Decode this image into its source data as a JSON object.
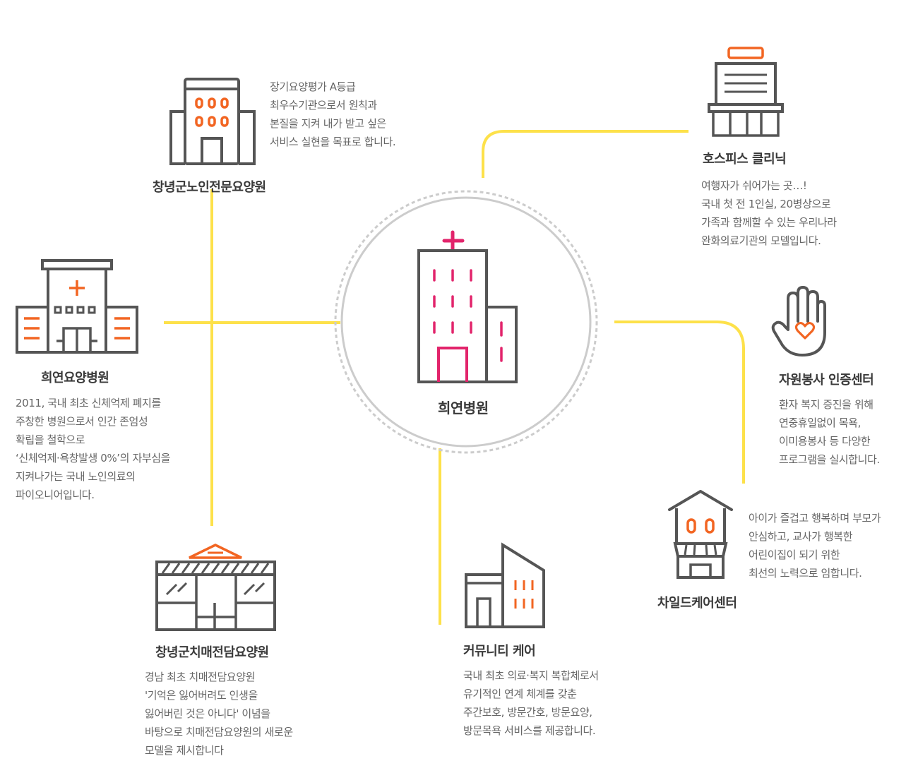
{
  "center": {
    "title": "희연병원"
  },
  "nodes": {
    "changnyeong_nursing": {
      "title": "창녕군노인전문요양원",
      "desc": [
        "장기요양평가 A등급",
        "최우수기관으로서 원칙과",
        "본질을 지켜 내가 받고 싶은",
        "서비스 실현을 목표로 합니다."
      ]
    },
    "heeyeon_care_hospital": {
      "title": "희연요양병원",
      "desc": [
        "2011,  국내 최초 신체억제 폐지를",
        "주창한 병원으로서 인간 존엄성",
        "확립을 철학으로",
        "‘신체억제·욕창발생 0%’의 자부심을",
        "지켜나가는 국내 노인의료의",
        "파이오니어입니다."
      ]
    },
    "dementia_nursing": {
      "title": "창녕군치매전담요양원",
      "desc": [
        "경남 최초 치매전담요양원",
        "'기억은 잃어버려도 인생을",
        "잃어버린 것은 아니다' 이념을",
        "바탕으로 치매전담요양원의 새로운",
        "모델을 제시합니다"
      ]
    },
    "community_care": {
      "title": "커뮤니티 케어",
      "desc": [
        "국내 최초 의료·복지 복합체로서",
        "유기적인 연계 체계를 갖춘",
        "주간보호, 방문간호, 방문요양,",
        "방문목욕 서비스를 제공합니다."
      ]
    },
    "hospice": {
      "title": "호스피스 클리닉",
      "desc": [
        "여행자가 쉬어가는 곳…!",
        "국내 첫 전 1인실, 20병상으로",
        "가족과 함께할 수 있는 우리나라",
        "완화의료기관의 모델입니다."
      ]
    },
    "volunteer": {
      "title": "자원봉사 인증센터",
      "desc": [
        "환자 복지 증진을 위해",
        "연중휴일없이 목욕,",
        "이미용봉사 등 다양한",
        "프로그램을 실시합니다."
      ]
    },
    "childcare": {
      "title": "차일드케어센터",
      "desc": [
        "아이가 즐겁고 행복하며 부모가",
        "안심하고, 교사가 행복한",
        "어린이집이 되기 위한",
        "최선의 노력으로 임합니다."
      ]
    }
  },
  "colors": {
    "connector": "#fde14a",
    "icon_stroke": "#555555",
    "accent_orange": "#f26522",
    "accent_pink": "#e2246b",
    "ring": "#cccccc"
  }
}
